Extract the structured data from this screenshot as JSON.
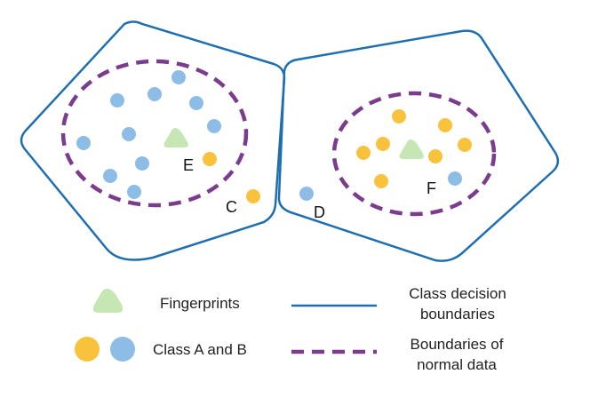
{
  "colors": {
    "class_a": "#F9C23C",
    "class_b": "#8DBDE6",
    "fingerprint": "#C6E6B3",
    "decision_boundary": "#1F6FB0",
    "normal_boundary": "#7B3C8E",
    "label_text": "#111111"
  },
  "point_labels": {
    "c": "C",
    "d": "D",
    "e": "E",
    "f": "F"
  },
  "legend": {
    "fingerprints": "Fingerprints",
    "classes": "Class A and B",
    "decision_line1": "Class decision",
    "decision_line2": "boundaries",
    "normal_line1": "Boundaries of",
    "normal_line2": "normal data"
  }
}
